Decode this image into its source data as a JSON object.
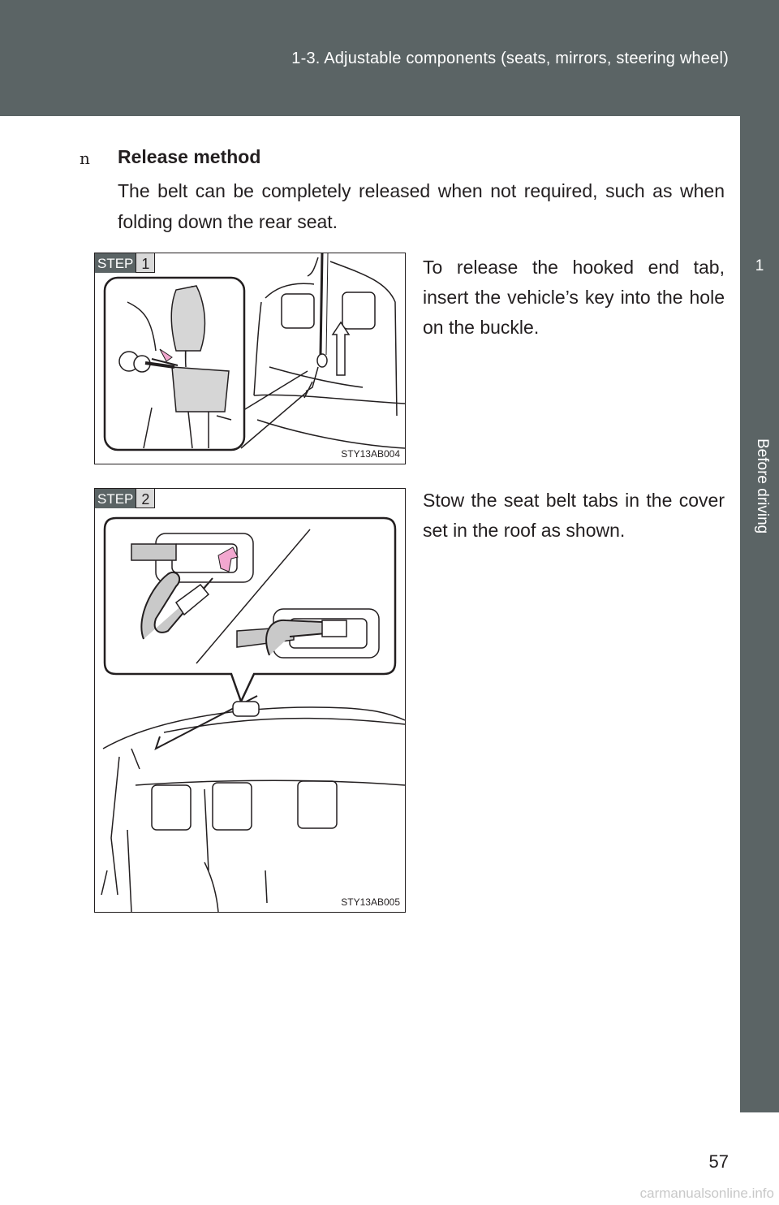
{
  "header": {
    "title": "1-3. Adjustable components (seats, mirrors, steering wheel)"
  },
  "side_tab": {
    "number": "1",
    "label": "Before driving"
  },
  "section": {
    "bullet": "n",
    "title": "Release method",
    "intro": "The belt can be completely released when not required, such as when folding down the rear seat."
  },
  "steps": [
    {
      "badge_word": "STEP",
      "badge_number": "1",
      "figure_code": "STY13AB004",
      "text": "To release the hooked end tab, insert the vehicle’s key into the hole on the buckle."
    },
    {
      "badge_word": "STEP",
      "badge_number": "2",
      "figure_code": "STY13AB005",
      "text": "Stow the seat belt tabs in the cover set in the roof as shown."
    }
  ],
  "page_number": "57",
  "watermark": "carmanualsonline.info",
  "colors": {
    "header_bg": "#5b6465",
    "accent_arrow": "#f2a7cf",
    "belt_gray": "#c9c9c9"
  }
}
